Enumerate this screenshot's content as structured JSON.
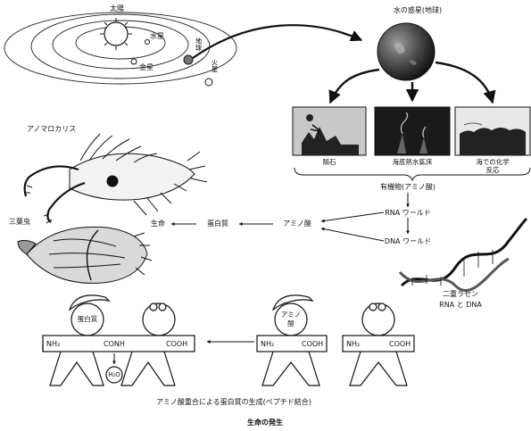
{
  "solar": {
    "sun": "太陽",
    "mercury": "水星",
    "venus": "金星",
    "earth": "地球",
    "mars": "火星"
  },
  "planet": {
    "title": "水の惑星(地球)"
  },
  "sources": [
    {
      "label": "隕石"
    },
    {
      "label": "海底熱水鉱床"
    },
    {
      "label": "海での化学反応"
    }
  ],
  "flow": {
    "organic": "有機物(アミノ酸)",
    "rna": "RNA ワールド",
    "dna": "DNA ワールド",
    "amino": "アミノ酸",
    "protein": "蛋白質",
    "life": "生命"
  },
  "creatures": {
    "anomalocaris": "アノマロカリス",
    "trilobite": "三葉虫"
  },
  "helix": {
    "line1": "二重ラセン",
    "line2": "RNA と DNA"
  },
  "peptide": {
    "protein_hat": "蛋白質",
    "amino_hat_1": "アミノ",
    "amino_hat_2": "酸",
    "nh2": "NH₂",
    "cooh": "COOH",
    "conh": "CONH",
    "h2o": "H₂O",
    "caption": "アミノ酸重合による蛋白質の生成(ペプチド結合)"
  },
  "figure_title": "生命の発生"
}
